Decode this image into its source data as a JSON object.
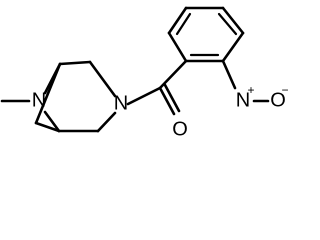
{
  "molecule": {
    "atoms": {
      "bridge_nitrogen": "N",
      "amide_nitrogen": "N",
      "carbonyl_oxygen": "O",
      "nitro_nitrogen": "N",
      "nitro_oxygen": "O",
      "nitro_nitrogen_charge": "+",
      "nitro_oxygen_charge": "−"
    },
    "colors": {
      "bond": "#000000",
      "label": "#000000",
      "background": "#ffffff"
    }
  }
}
